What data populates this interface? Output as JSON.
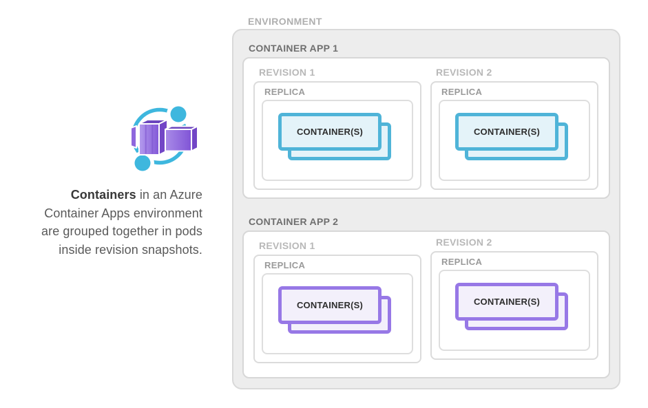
{
  "caption": {
    "line1_bold": "Containers",
    "line1_rest": " in an Azure",
    "line2": "Container Apps environment",
    "line3": "are grouped together in pods",
    "line4": "inside revision snapshots."
  },
  "icon": {
    "name": "azure-container-apps-icon",
    "ring_color": "#3EB7DE",
    "box_top_color": "#6B46BE",
    "box_side_color": "#7246C6",
    "box_front_light": "#B59CEE",
    "box_front_dark": "#8257D7"
  },
  "diagram": {
    "environment_label": "ENVIRONMENT",
    "apps": [
      {
        "label": "CONTAINER APP 1",
        "accent": "#4FB4D8",
        "fill": "#E4F3F9",
        "revisions": [
          {
            "label": "REVISION 1",
            "replica": "REPLICA",
            "containers": "CONTAINER(S)"
          },
          {
            "label": "REVISION 2",
            "replica": "REPLICA",
            "containers": "CONTAINER(S)"
          }
        ]
      },
      {
        "label": "CONTAINER APP 2",
        "accent": "#9778E6",
        "fill": "#F3F0FB",
        "revisions": [
          {
            "label": "REVISION 1",
            "replica": "REPLICA",
            "containers": "CONTAINER(S)"
          },
          {
            "label": "REVISION 2",
            "replica": "REPLICA",
            "containers": "CONTAINER(S)"
          }
        ]
      }
    ]
  }
}
